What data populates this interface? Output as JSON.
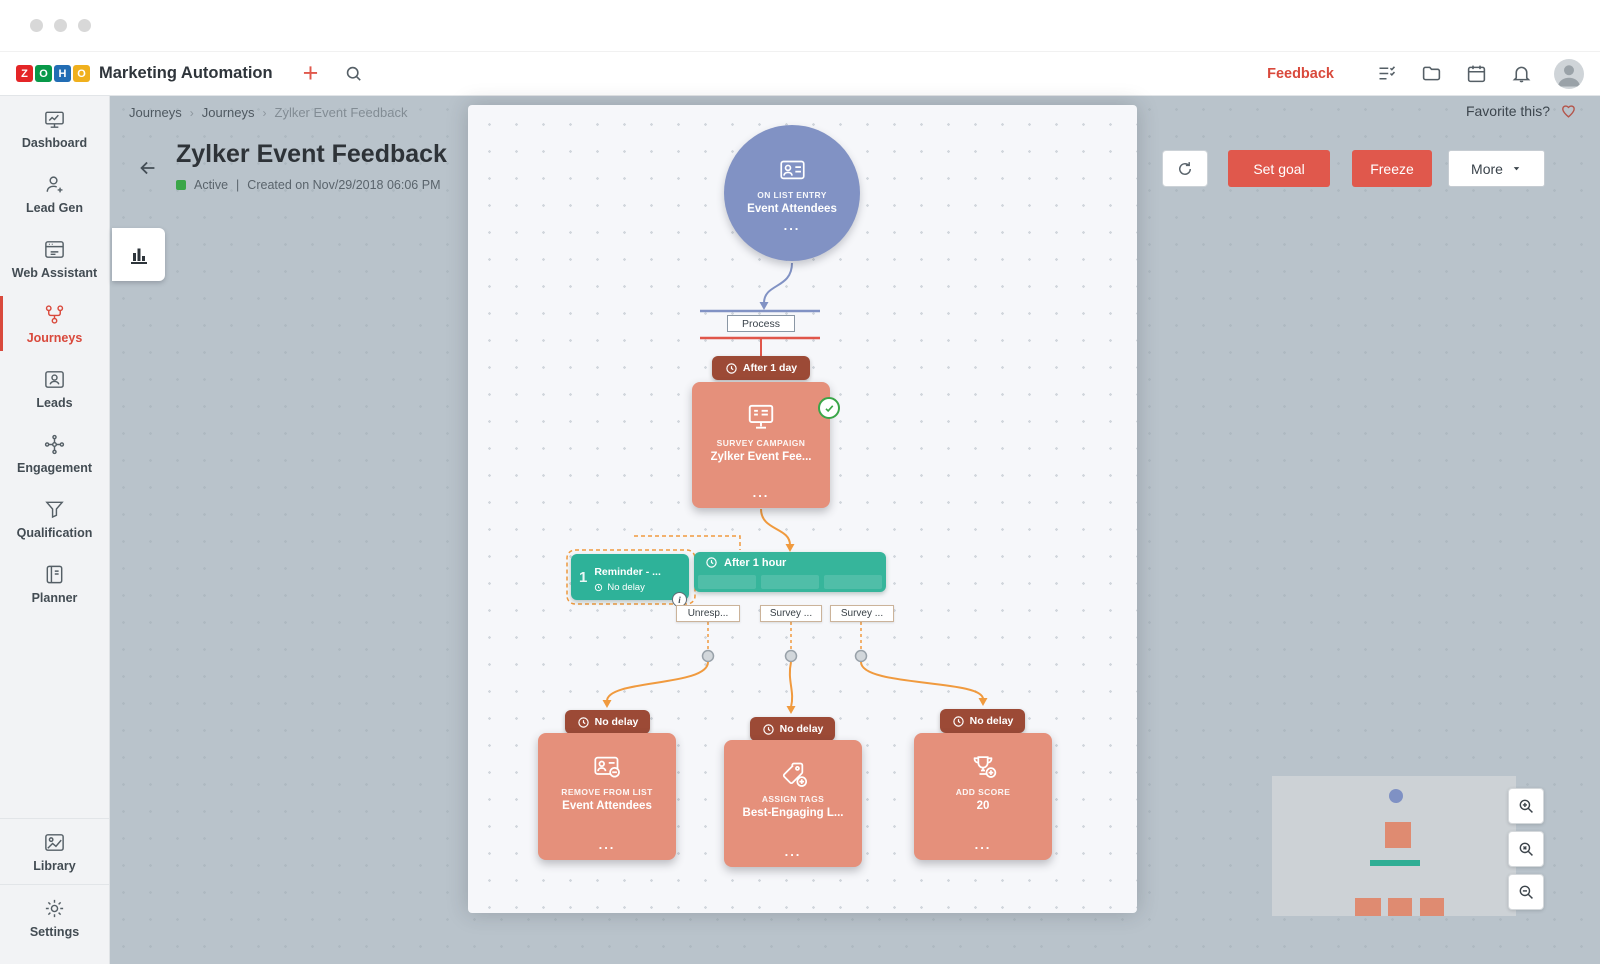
{
  "header": {
    "logo_letters": [
      "Z",
      "O",
      "H",
      "O"
    ],
    "app_title": "Marketing Automation",
    "plus_label": "+",
    "feedback_label": "Feedback"
  },
  "sidebar": {
    "items": [
      {
        "label": "Dashboard"
      },
      {
        "label": "Lead Gen"
      },
      {
        "label": "Web Assistant"
      },
      {
        "label": "Journeys"
      },
      {
        "label": "Leads"
      },
      {
        "label": "Engagement"
      },
      {
        "label": "Qualification"
      },
      {
        "label": "Planner"
      }
    ],
    "footer_items": [
      {
        "label": "Library"
      },
      {
        "label": "Settings"
      }
    ]
  },
  "breadcrumb": {
    "items": [
      "Journeys",
      "Journeys",
      "Zylker Event Feedback"
    ],
    "separator": "›",
    "favorite_label": "Favorite this?"
  },
  "page": {
    "title": "Zylker Event Feedback",
    "status": "Active",
    "separator": "|",
    "created": "Created on Nov/29/2018 06:06 PM"
  },
  "toolbar": {
    "set_goal_label": "Set goal",
    "freeze_label": "Freeze",
    "more_label": "More"
  },
  "flow": {
    "entry": {
      "type": "ON LIST ENTRY",
      "name": "Event Attendees",
      "menu": "..."
    },
    "process_label": "Process",
    "delay_1": "After 1 day",
    "survey": {
      "type": "SURVEY CAMPAIGN",
      "name": "Zylker Event Fee...",
      "menu": "..."
    },
    "delay_2": "After 1 hour",
    "reminder": {
      "count": "1",
      "title": "Reminder - ...",
      "delay": "No delay",
      "info": "i"
    },
    "branch_labels": [
      "Unresp...",
      "Survey ...",
      "Survey ..."
    ],
    "actions": [
      {
        "delay": "No delay",
        "type": "REMOVE FROM LIST",
        "name": "Event Attendees",
        "menu": "..."
      },
      {
        "delay": "No delay",
        "type": "ASSIGN TAGS",
        "name": "Best-Engaging L...",
        "menu": "..."
      },
      {
        "delay": "No delay",
        "type": "ADD SCORE",
        "name": "20",
        "menu": "..."
      }
    ]
  },
  "colors": {
    "accent_red": "#e0584c",
    "salmon_card": "#e5907b",
    "badge_brown": "#9c4a36",
    "teal": "#36b59b",
    "entry_blue": "#8192c4",
    "canvas_bg": "#f6f7fa",
    "main_bg": "#b9c3cb"
  }
}
